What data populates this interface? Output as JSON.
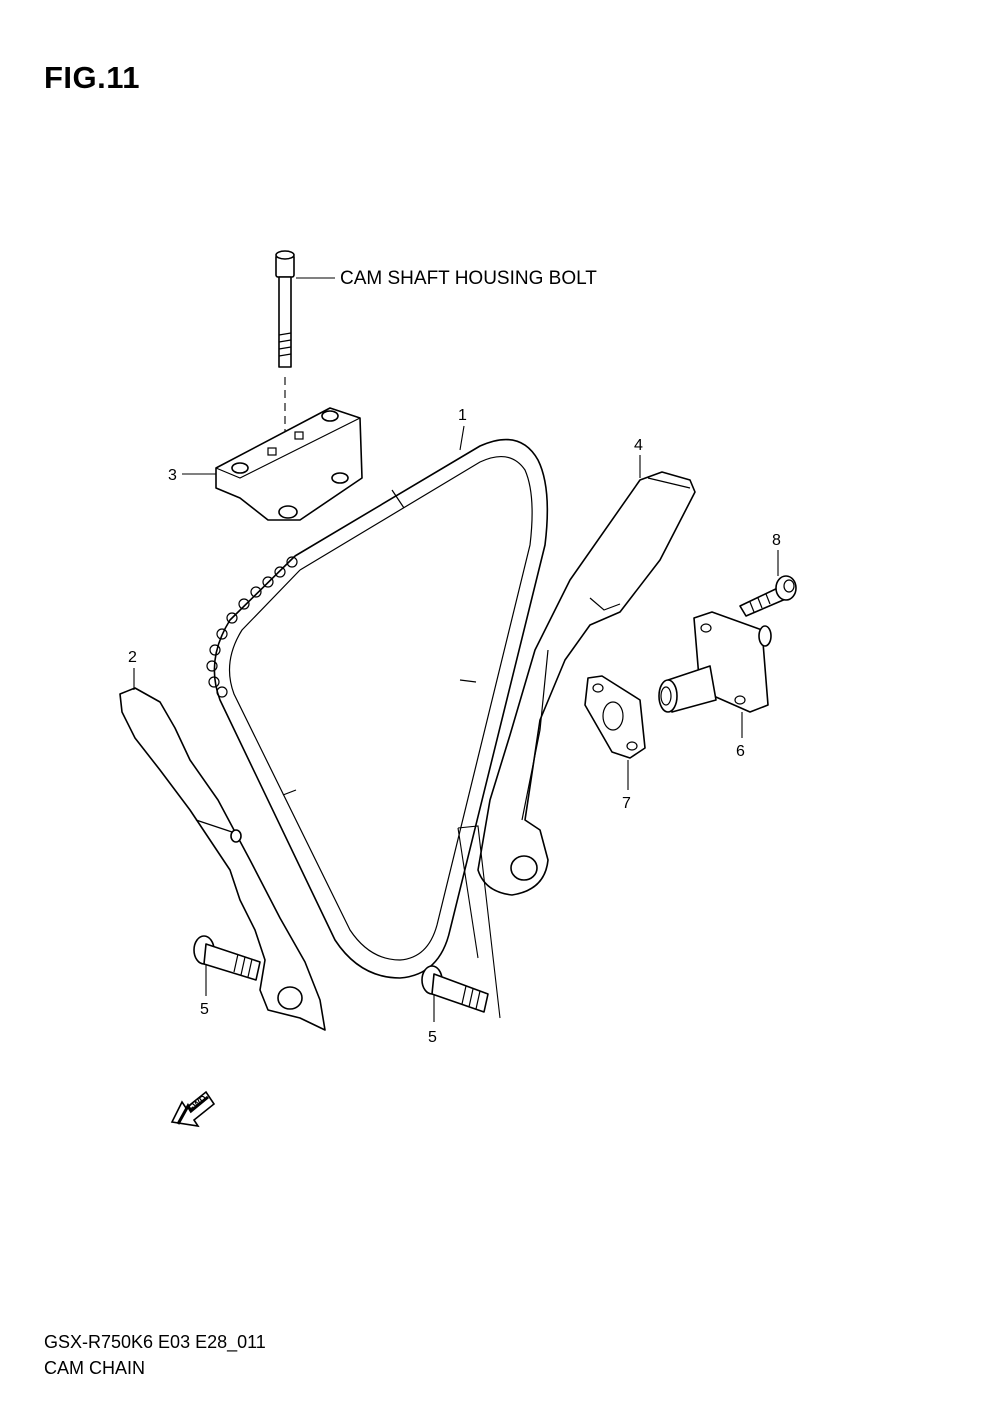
{
  "figure": {
    "title": "FIG.11"
  },
  "annotation": {
    "bolt_label": "CAM SHAFT HOUSING BOLT"
  },
  "fwd_marker": {
    "label": "FWD"
  },
  "callouts": {
    "c1": "1",
    "c2": "2",
    "c3": "3",
    "c4": "4",
    "c5a": "5",
    "c5b": "5",
    "c6": "6",
    "c7": "7",
    "c8": "8"
  },
  "footer": {
    "code": "GSX-R750K6 E03 E28_011",
    "name": "CAM CHAIN"
  }
}
